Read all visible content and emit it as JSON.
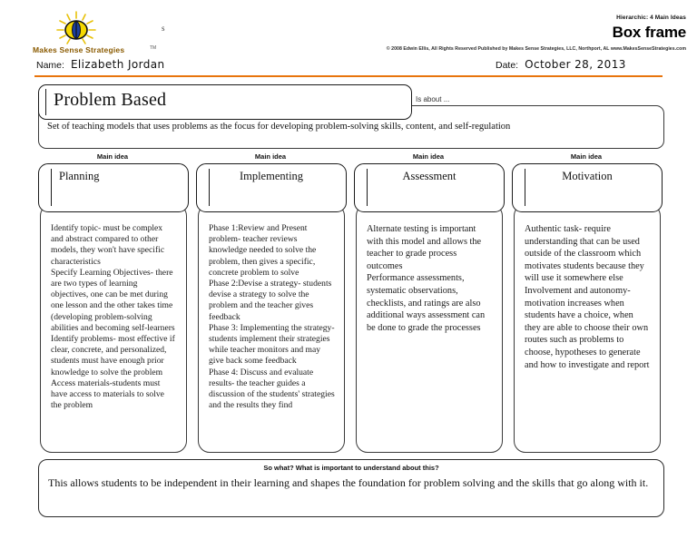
{
  "header": {
    "brand": "Makes Sense Strategies",
    "brand_tm": "TM",
    "superscript_s": "s",
    "logo_icon": "sun-eye-logo",
    "hierarchic_label": "Hierarchic: 4 Main Ideas",
    "sheet_title": "Box frame",
    "copyright": "© 2008 Edwin Ellis, All Rights Reserved   Published by Makes Sense Strategies, LLC, Northport, AL   www.MakesSenseStrategies.com",
    "name_label": "Name:",
    "name_value": "Elizabeth Jordan",
    "date_label": "Date:",
    "date_value": "October 28, 2013",
    "rule_color": "#E8740C"
  },
  "topic": {
    "title": "Problem Based",
    "is_about_label": "Is about ...",
    "description": "Set of teaching models that uses problems as the focus for developing problem-solving skills, content, and self-regulation"
  },
  "columns": [
    {
      "main_idea_label": "Main idea",
      "heading": "Planning",
      "details": "Identify topic- must be complex and abstract compared to other models, they won't have specific characteristics\nSpecify Learning Objectives- there are two types of learning objectives, one can be met during one lesson and the other takes time (developing problem-solving abilities and becoming self-learners\nIdentify problems- most effective if clear, concrete, and personalized, students must have enough prior knowledge to solve the problem\nAccess materials-students must have access to materials to solve the problem"
    },
    {
      "main_idea_label": "Main idea",
      "heading": "Implementing",
      "details": "Phase 1:Review and Present problem- teacher reviews knowledge needed to solve the problem, then gives a specific, concrete problem to solve\nPhase 2:Devise a strategy- students devise a strategy to solve the problem and the teacher gives feedback\nPhase 3: Implementing the strategy-students implement their strategies while teacher monitors and may give back some feedback\nPhase 4: Discuss and evaluate results- the teacher guides a discussion of the students' strategies and the results they find"
    },
    {
      "main_idea_label": "Main idea",
      "heading": "Assessment",
      "details": "Alternate testing is important with this model and allows the teacher to grade process outcomes\nPerformance assessments, systematic observations, checklists, and ratings are also additional ways assessment can be done to grade the processes"
    },
    {
      "main_idea_label": "Main idea",
      "heading": "Motivation",
      "details": "Authentic task- require understanding that can be used outside of the classroom which motivates students because they will use it somewhere else\nInvolvement and autonomy- motivation increases when students have a choice, when they are able to choose their own routes such as problems to choose, hypotheses to generate and how to investigate and report"
    }
  ],
  "so_what": {
    "label": "So what? What is important to understand about this?",
    "text": "This allows students to be independent in their learning and shapes the foundation for problem solving and the skills that go along with it."
  }
}
